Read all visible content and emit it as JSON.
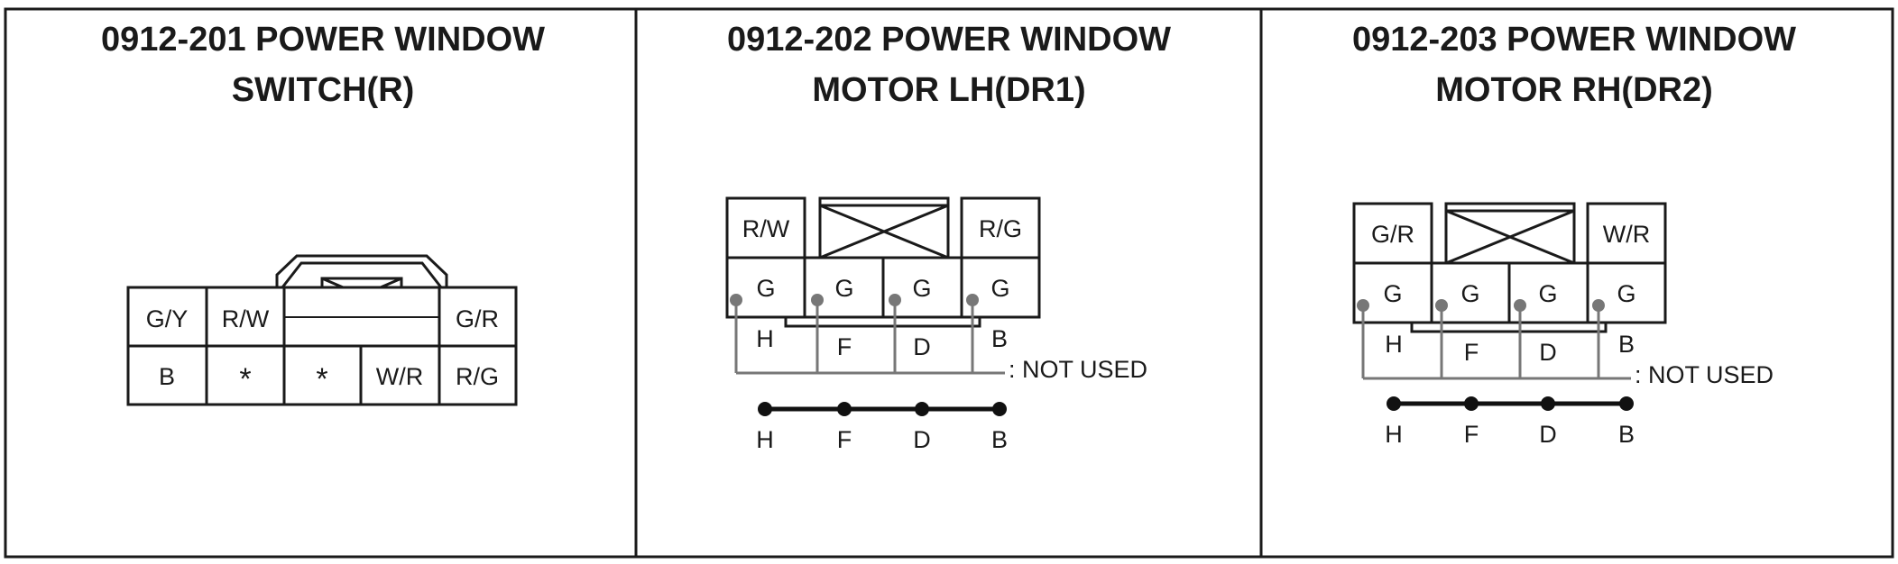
{
  "panels": [
    {
      "title_line1": "0912-201 POWER WINDOW",
      "title_line2": "SWITCH(R)",
      "top_row": [
        "G/Y",
        "R/W",
        "G/R"
      ],
      "bottom_row": [
        "B",
        "*",
        "*",
        "W/R",
        "R/G"
      ]
    },
    {
      "title_line1": "0912-202 POWER WINDOW",
      "title_line2": "MOTOR LH(DR1)",
      "top_left": "R/W",
      "top_right": "R/G",
      "terminals": [
        "G",
        "G",
        "G",
        "G"
      ],
      "pins": [
        "H",
        "F",
        "D",
        "B"
      ],
      "not_used": ": NOT USED",
      "circuit": [
        "H",
        "F",
        "D",
        "B"
      ]
    },
    {
      "title_line1": "0912-203 POWER WINDOW",
      "title_line2": "MOTOR RH(DR2)",
      "top_left": "G/R",
      "top_right": "W/R",
      "terminals": [
        "G",
        "G",
        "G",
        "G"
      ],
      "pins": [
        "H",
        "F",
        "D",
        "B"
      ],
      "not_used": ": NOT USED",
      "circuit": [
        "H",
        "F",
        "D",
        "B"
      ]
    }
  ]
}
